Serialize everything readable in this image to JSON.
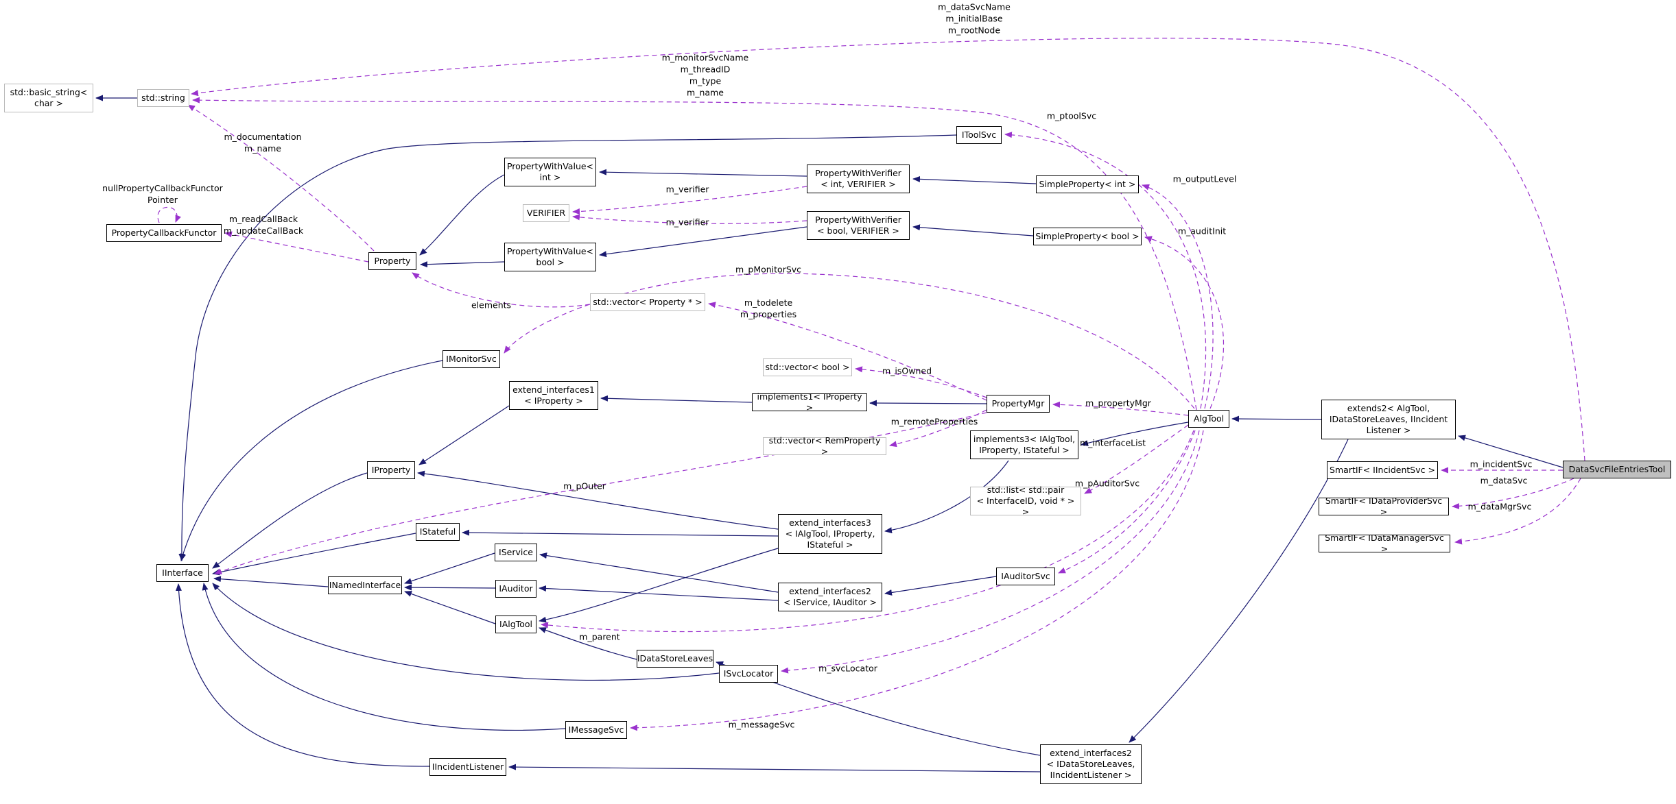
{
  "colors": {
    "inheritance_edge": "#1a1a70",
    "usage_edge": "#9a32cd",
    "highlight_fill": "#bfbfbf",
    "template_border": "#b9b9b9"
  },
  "nodes": {
    "basic_string": {
      "label": "std::basic_string<\nchar >"
    },
    "std_string": {
      "label": "std::string"
    },
    "pcf": {
      "label": "PropertyCallbackFunctor"
    },
    "property": {
      "label": "Property"
    },
    "pwv_int": {
      "label": "PropertyWithValue<\nint >"
    },
    "verifier": {
      "label": "VERIFIER"
    },
    "pwv_bool": {
      "label": "PropertyWithValue<\nbool >"
    },
    "pwvf_int": {
      "label": "PropertyWithVerifier\n< int, VERIFIER >"
    },
    "pwvf_bool": {
      "label": "PropertyWithVerifier\n< bool, VERIFIER >"
    },
    "itoolsvc": {
      "label": "IToolSvc"
    },
    "simple_int": {
      "label": "SimpleProperty< int >"
    },
    "simple_bool": {
      "label": "SimpleProperty< bool >"
    },
    "vec_prop": {
      "label": "std::vector< Property * >"
    },
    "imonitorsvc": {
      "label": "IMonitorSvc"
    },
    "ei1": {
      "label": "extend_interfaces1\n< IProperty >"
    },
    "vec_bool": {
      "label": "std::vector< bool >"
    },
    "impl1": {
      "label": "implements1< IProperty >"
    },
    "vec_remprop": {
      "label": "std::vector< RemProperty >"
    },
    "propmgr": {
      "label": "PropertyMgr"
    },
    "impl3": {
      "label": "implements3< IAlgTool,\nIProperty, IStateful >"
    },
    "stdlist": {
      "label": "std::list< std::pair\n< InterfaceID, void * > >"
    },
    "iproperty": {
      "label": "IProperty"
    },
    "iinterface": {
      "label": "IInterface"
    },
    "istateful": {
      "label": "IStateful"
    },
    "iservice": {
      "label": "IService"
    },
    "inamed": {
      "label": "INamedInterface"
    },
    "iauditor": {
      "label": "IAuditor"
    },
    "ialgtool": {
      "label": "IAlgTool"
    },
    "ei3": {
      "label": "extend_interfaces3\n< IAlgTool, IProperty,\nIStateful >"
    },
    "ei2a": {
      "label": "extend_interfaces2\n< IService, IAuditor >"
    },
    "iauditorsvc": {
      "label": "IAuditorSvc"
    },
    "algtool": {
      "label": "AlgTool"
    },
    "extends2": {
      "label": "extends2< AlgTool,\nIDataStoreLeaves, IIncident\nListener >"
    },
    "smartif_inc": {
      "label": "SmartIF< IIncidentSvc >"
    },
    "smartif_dp": {
      "label": "SmartIF< IDataProviderSvc >"
    },
    "smartif_dm": {
      "label": "SmartIF< IDataManagerSvc >"
    },
    "dsfet": {
      "label": "DataSvcFileEntriesTool"
    },
    "idsl": {
      "label": "IDataStoreLeaves"
    },
    "isvcloc": {
      "label": "ISvcLocator"
    },
    "imsgsvc": {
      "label": "IMessageSvc"
    },
    "iincl": {
      "label": "IIncidentListener"
    },
    "ei2b": {
      "label": "extend_interfaces2\n< IDataStoreLeaves,\nIIncidentListener >"
    }
  },
  "labels": {
    "top3": "m_dataSvcName\nm_initialBase\nm_rootNode",
    "top4": "m_monitorSvcName\nm_threadID\nm_type\nm_name",
    "doc": "m_documentation\nm_name",
    "nullpcf": "nullPropertyCallbackFunctor\nPointer",
    "readcb": "m_readCallBack\nm_updateCallBack",
    "elements": "elements",
    "verifier1": "m_verifier",
    "verifier2": "m_verifier",
    "ptoolsvc": "m_ptoolSvc",
    "outlevel": "m_outputLevel",
    "auditinit": "m_auditInit",
    "pmonitor": "m_pMonitorSvc",
    "todelete": "m_todelete\nm_properties",
    "isowned": "m_isOwned",
    "remoteprops": "m_remoteProperties",
    "propertymgr": "m_propertyMgr",
    "interfacelist": "m_interfaceList",
    "pauditorsvc": "m_pAuditorSvc",
    "pouter": "m_pOuter",
    "parent": "m_parent",
    "svclocator": "m_svcLocator",
    "messagesvc": "m_messageSvc",
    "incidentsvc": "m_incidentSvc",
    "datasvc": "m_dataSvc",
    "datamgrsvc": "m_dataMgrSvc"
  }
}
